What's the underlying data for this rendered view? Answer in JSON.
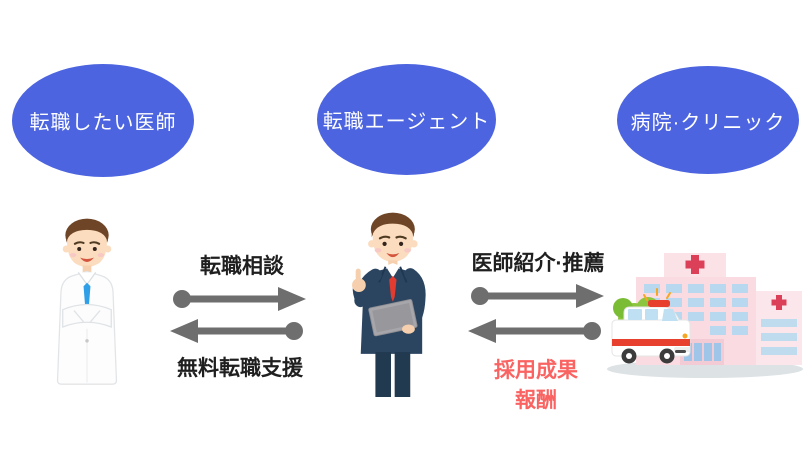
{
  "diagram": {
    "entities": [
      {
        "id": "doctor",
        "label": "転職したい医師"
      },
      {
        "id": "agent",
        "label": "転職エージェント"
      },
      {
        "id": "hospital",
        "label": "病院·クリニック"
      }
    ],
    "flows": {
      "doctor_agent": {
        "forward": "転職相談",
        "backward": "無料転職支援"
      },
      "agent_hospital": {
        "forward": "医師紹介·推薦",
        "backward_line1": "採用成果",
        "backward_line2": "報酬"
      }
    },
    "illustrations": [
      {
        "icon": "doctor-illustration"
      },
      {
        "icon": "agent-illustration"
      },
      {
        "icon": "hospital-illustration"
      }
    ]
  },
  "colors": {
    "ellipse_blue": "#4C64DF",
    "ellipse_text": "#FFFFFF",
    "arrow_gray": "#6E6E6E",
    "label_black": "#1F1F1F",
    "highlight_red": "#F96462",
    "background": "#FFFFFF"
  }
}
